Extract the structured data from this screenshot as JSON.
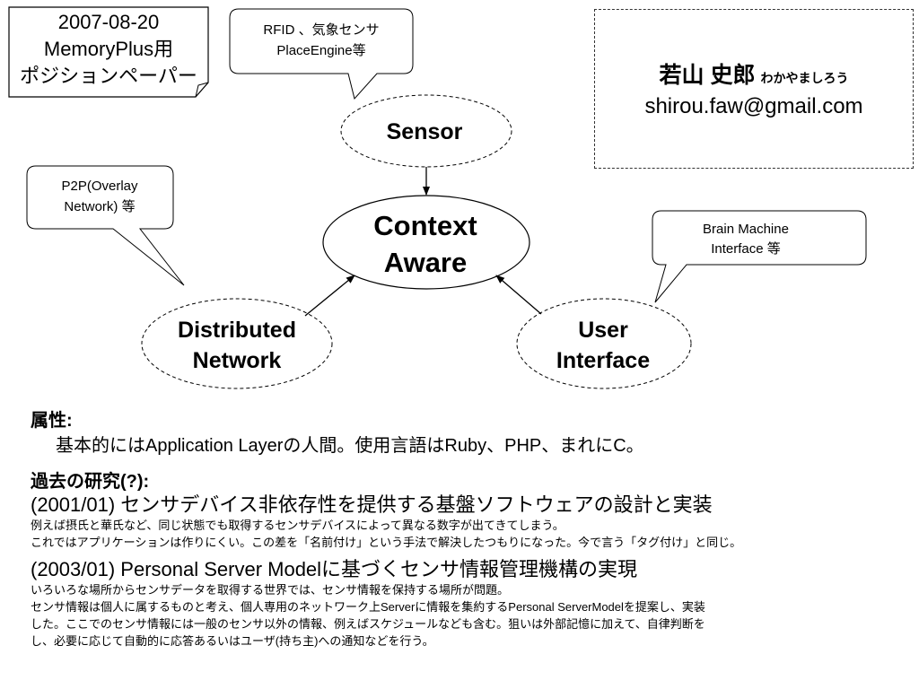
{
  "title_box": {
    "lines": [
      "2007-08-20",
      "MemoryPlus用",
      "ポジションペーパー"
    ]
  },
  "author": {
    "name": "若山 史郎",
    "reading": "わかやましろう",
    "email": "shirou.faw@gmail.com"
  },
  "diagram": {
    "center": [
      "Context",
      "Aware"
    ],
    "sensor": "Sensor",
    "network": [
      "Distributed",
      "Network"
    ],
    "ui": [
      "User",
      "Interface"
    ],
    "callouts": {
      "sensor": [
        "RFID 、気象センサ",
        "PlaceEngine等"
      ],
      "network": [
        "P2P(Overlay",
        "Network) 等"
      ],
      "ui": [
        "Brain Machine",
        "Interface 等"
      ]
    }
  },
  "attributes": {
    "heading": "属性:",
    "text": "基本的にはApplication Layerの人間。使用言語はRuby、PHP、まれにC。"
  },
  "research": {
    "heading": "過去の研究(?):",
    "items": [
      {
        "title": "(2001/01) センサデバイス非依存性を提供する基盤ソフトウェアの設計と実装",
        "details": [
          "例えば摂氏と華氏など、同じ状態でも取得するセンサデバイスによって異なる数字が出てきてしまう。",
          "これではアプリケーションは作りにくい。この差を「名前付け」という手法で解決したつもりになった。今で言う「タグ付け」と同じ。"
        ]
      },
      {
        "title": "(2003/01) Personal Server Modelに基づくセンサ情報管理機構の実現",
        "details": [
          "いろいろな場所からセンサデータを取得する世界では、センサ情報を保持する場所が問題。",
          "センサ情報は個人に属するものと考え、個人専用のネットワーク上Serverに情報を集約するPersonal ServerModelを提案し、実装",
          "した。ここでのセンサ情報には一般のセンサ以外の情報、例えばスケジュールなども含む。狙いは外部記憶に加えて、自律判断を",
          "し、必要に応じて自動的に応答あるいはユーザ(持ち主)への通知などを行う。"
        ]
      }
    ]
  }
}
